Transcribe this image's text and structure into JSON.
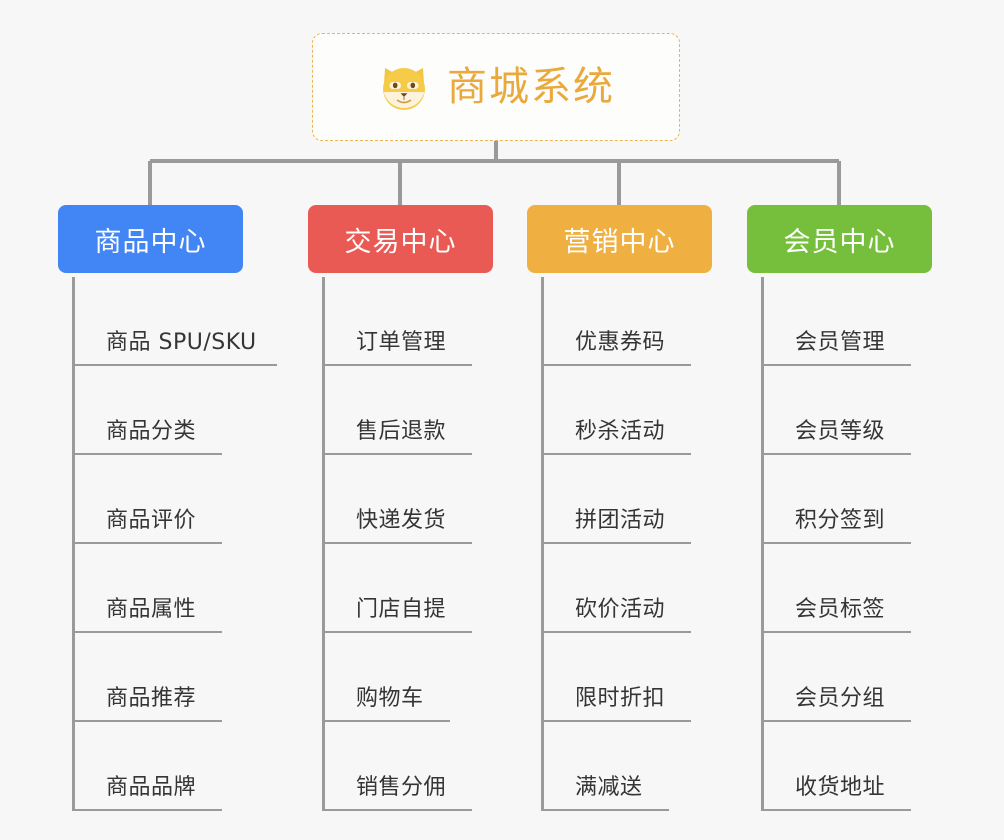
{
  "page": {
    "background_color": "#f7f7f7",
    "type": "org-chart-mindmap"
  },
  "root": {
    "title": "商城系统",
    "icon": "shiba-inu-dog-face-emoji",
    "border_color": "#eab552",
    "text_color": "#e9a93c"
  },
  "columns": [
    {
      "id": "product-center",
      "title": "商品中心",
      "color": "#4285f4",
      "items": [
        "商品 SPU/SKU",
        "商品分类",
        "商品评价",
        "商品属性",
        "商品推荐",
        "商品品牌"
      ]
    },
    {
      "id": "trade-center",
      "title": "交易中心",
      "color": "#ea5a55",
      "items": [
        "订单管理",
        "售后退款",
        "快递发货",
        "门店自提",
        "购物车",
        "销售分佣"
      ]
    },
    {
      "id": "marketing-center",
      "title": "营销中心",
      "color": "#efaf41",
      "items": [
        "优惠券码",
        "秒杀活动",
        "拼团活动",
        "砍价活动",
        "限时折扣",
        "满减送"
      ]
    },
    {
      "id": "member-center",
      "title": "会员中心",
      "color": "#76bf3c",
      "items": [
        "会员管理",
        "会员等级",
        "积分签到",
        "会员标签",
        "会员分组",
        "收货地址"
      ]
    }
  ],
  "connector": {
    "color": "#9a9a9a"
  }
}
